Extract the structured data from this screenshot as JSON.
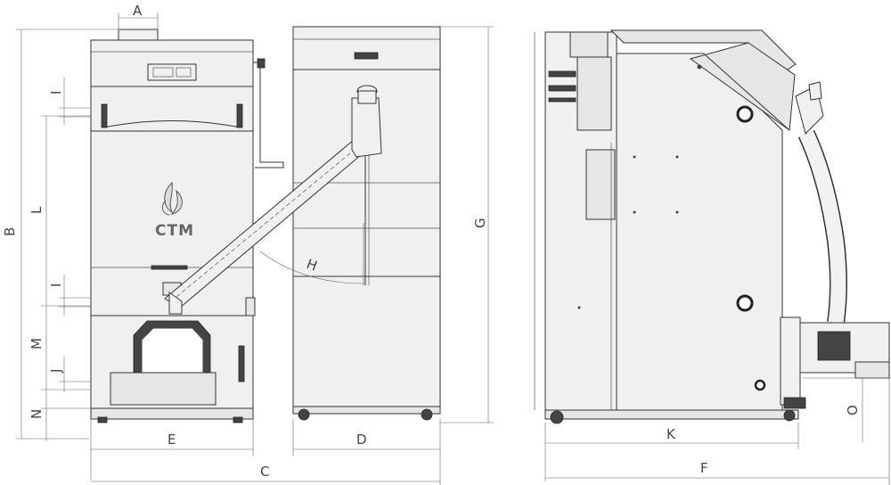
{
  "brand": "CTM",
  "dimensions": {
    "A": "A",
    "B": "B",
    "C": "C",
    "D": "D",
    "E": "E",
    "F": "F",
    "G": "G",
    "H": "H",
    "I": "I",
    "J": "J",
    "K": "K",
    "L": "L",
    "M": "M",
    "N": "N",
    "O": "O"
  }
}
